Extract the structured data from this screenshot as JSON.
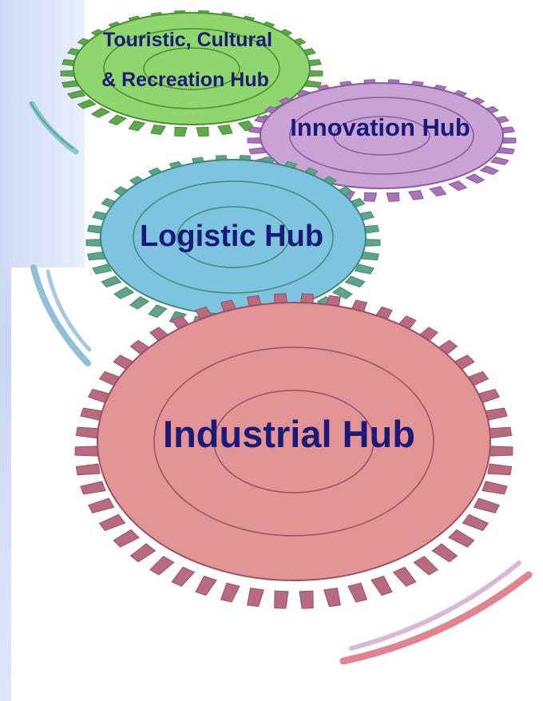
{
  "hubs": {
    "touristic": {
      "label_line1": "Touristic, Cultural",
      "label_line2": "& Recreation Hub",
      "color": "#8fd66c",
      "tooth_color": "#5fa84a",
      "rim_color": "#4a8c3a"
    },
    "innovation": {
      "label": "Innovation Hub",
      "color": "#c9a3d6",
      "tooth_color": "#a873b8",
      "rim_color": "#8a5a9e"
    },
    "logistic": {
      "label": "Logistic Hub",
      "color": "#7ec4e0",
      "tooth_color": "#5fa38a",
      "rim_color": "#3f8a74"
    },
    "industrial": {
      "label": "Industrial Hub",
      "color": "#e39495",
      "tooth_color": "#b86a7e",
      "rim_color": "#9a5066"
    }
  },
  "text_color": "#1c1a78"
}
